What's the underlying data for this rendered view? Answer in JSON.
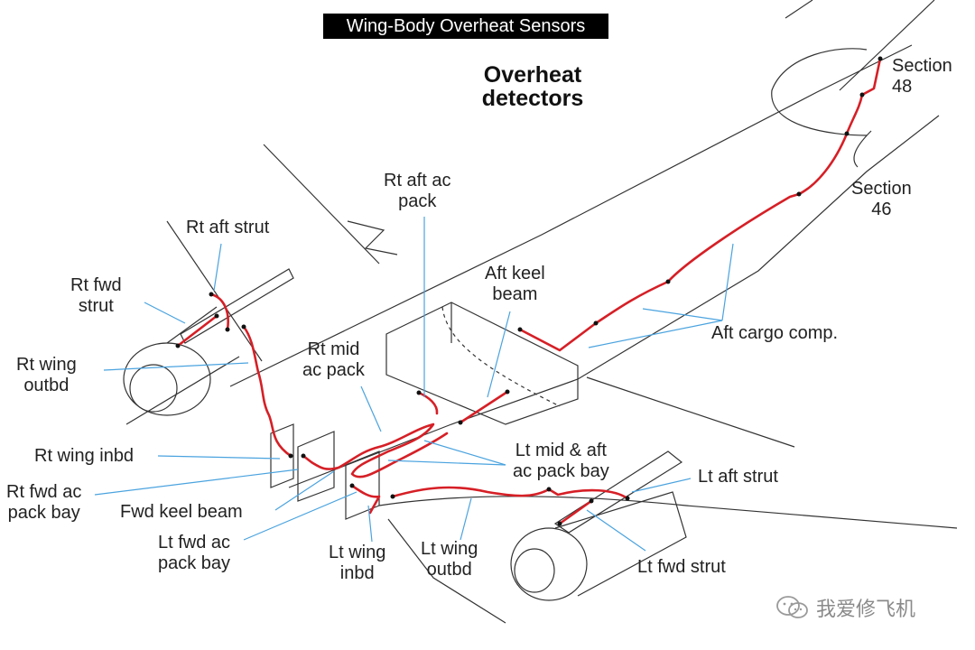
{
  "header": {
    "banner": "Wing-Body Overheat Sensors",
    "title_line1": "Overheat",
    "title_line2": "detectors"
  },
  "labels": {
    "section48": [
      "Section",
      "48"
    ],
    "section46": [
      "Section",
      "46"
    ],
    "rt_aft_ac_pack": [
      "Rt aft ac",
      "pack"
    ],
    "rt_aft_strut": [
      "Rt aft strut"
    ],
    "rt_fwd_strut": [
      "Rt fwd",
      "strut"
    ],
    "aft_keel_beam": [
      "Aft keel",
      "beam"
    ],
    "rt_wing_outbd": [
      "Rt wing",
      "outbd"
    ],
    "rt_mid_ac_pack": [
      "Rt mid",
      "ac pack"
    ],
    "aft_cargo_comp": [
      "Aft cargo comp."
    ],
    "rt_wing_inbd": [
      "Rt wing inbd"
    ],
    "lt_mid_aft_ac_pack_bay": [
      "Lt mid & aft",
      "ac pack bay"
    ],
    "lt_aft_strut": [
      "Lt aft strut"
    ],
    "rt_fwd_ac_pack_bay": [
      "Rt fwd ac",
      "pack bay"
    ],
    "fwd_keel_beam": [
      "Fwd keel beam"
    ],
    "lt_fwd_ac_pack_bay": [
      "Lt fwd ac",
      "pack bay"
    ],
    "lt_wing_inbd": [
      "Lt wing",
      "inbd"
    ],
    "lt_wing_outbd": [
      "Lt wing",
      "outbd"
    ],
    "lt_fwd_strut": [
      "Lt fwd strut"
    ]
  },
  "watermark": {
    "text": "我爱修飞机",
    "icon": "wechat-icon"
  },
  "colors": {
    "sensor": "#d61f26",
    "leader": "#4aa3df",
    "outline": "#333333",
    "banner": "#000000"
  }
}
